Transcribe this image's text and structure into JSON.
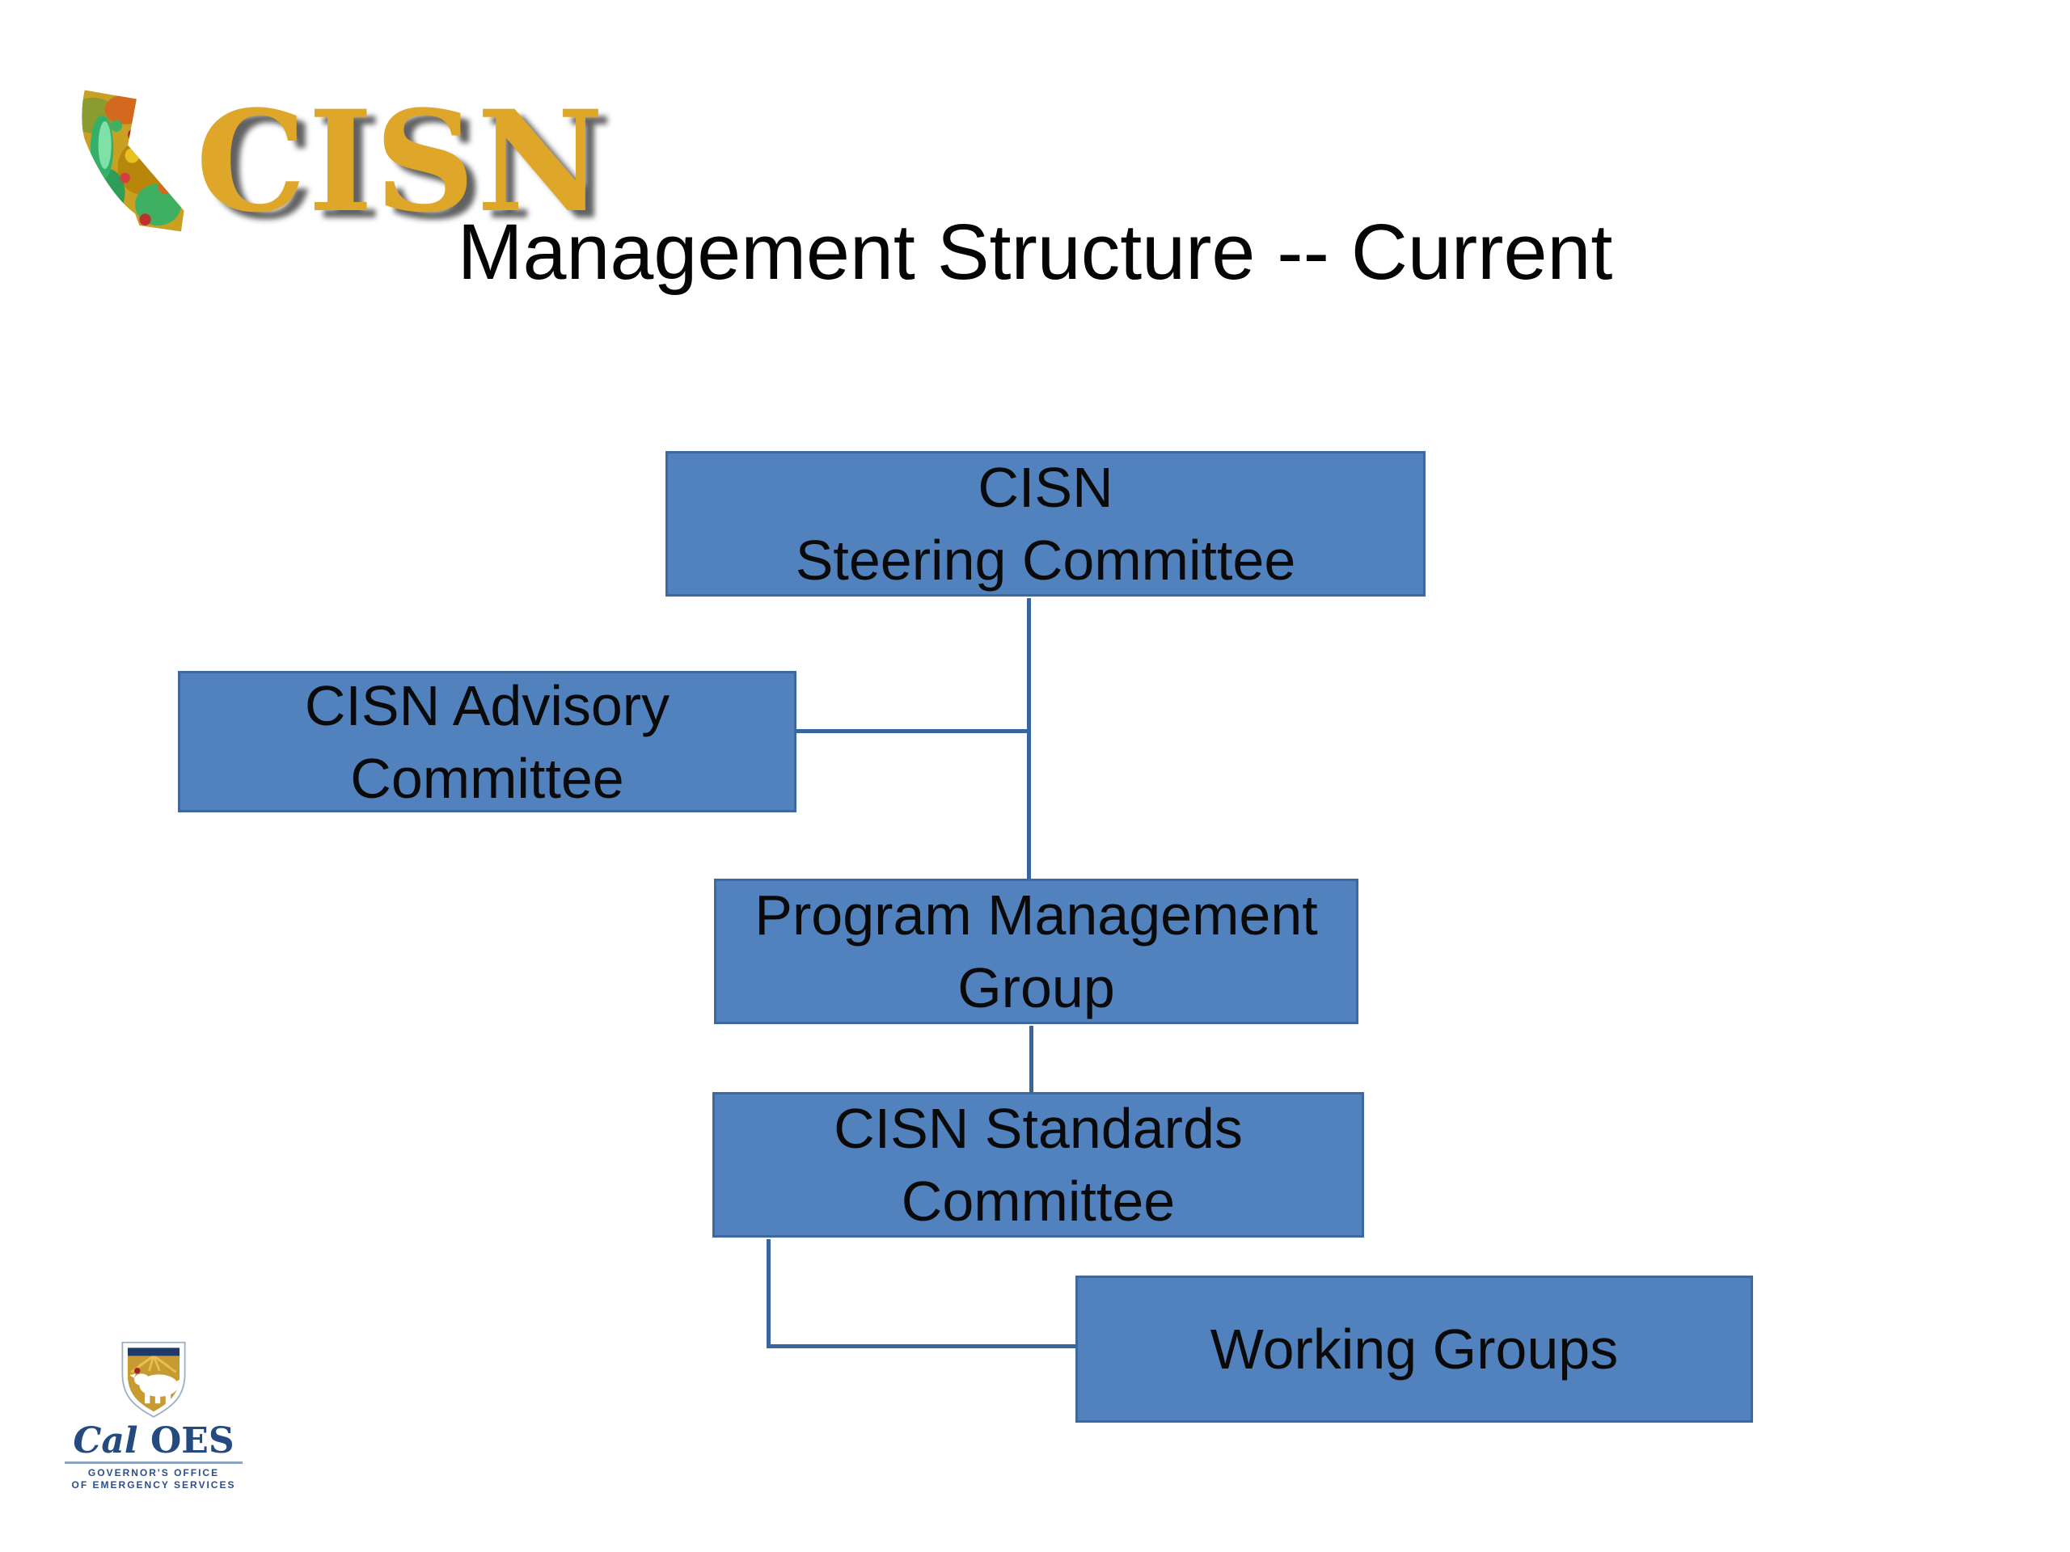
{
  "slide": {
    "title": "Management Structure -- Current"
  },
  "branding": {
    "cisn_logo_text": "CISN",
    "caloes": {
      "wordmark_cal": "Cal",
      "wordmark_oes": " OES",
      "tagline_line1": "GOVERNOR'S OFFICE",
      "tagline_line2": "OF EMERGENCY SERVICES"
    }
  },
  "colors": {
    "background": "#ffffff",
    "box_fill": "#5282bd",
    "box_border": "#3e69a0",
    "connector": "#38659e",
    "title_text": "#050505",
    "box_text": "#0a0a0a",
    "cisn_gold": "#dfa72a",
    "caloes_navy": "#254a80",
    "caloes_shield_gold": "#c79a32"
  },
  "org_chart": {
    "type": "org-hierarchy-diagram",
    "nodes": [
      {
        "id": "steering-committee",
        "lines": [
          "CISN",
          "Steering Committee"
        ]
      },
      {
        "id": "advisory-committee",
        "lines": [
          "CISN Advisory",
          "Committee"
        ]
      },
      {
        "id": "program-management-group",
        "lines": [
          "Program Management",
          "Group"
        ]
      },
      {
        "id": "standards-committee",
        "lines": [
          "CISN Standards",
          "Committee"
        ]
      },
      {
        "id": "working-groups",
        "lines": [
          "Working Groups"
        ]
      }
    ],
    "edges": [
      {
        "from": "steering-committee",
        "to": "program-management-group"
      },
      {
        "from": "advisory-committee",
        "to": "steering-committee"
      },
      {
        "from": "program-management-group",
        "to": "standards-committee"
      },
      {
        "from": "standards-committee",
        "to": "working-groups"
      }
    ]
  }
}
